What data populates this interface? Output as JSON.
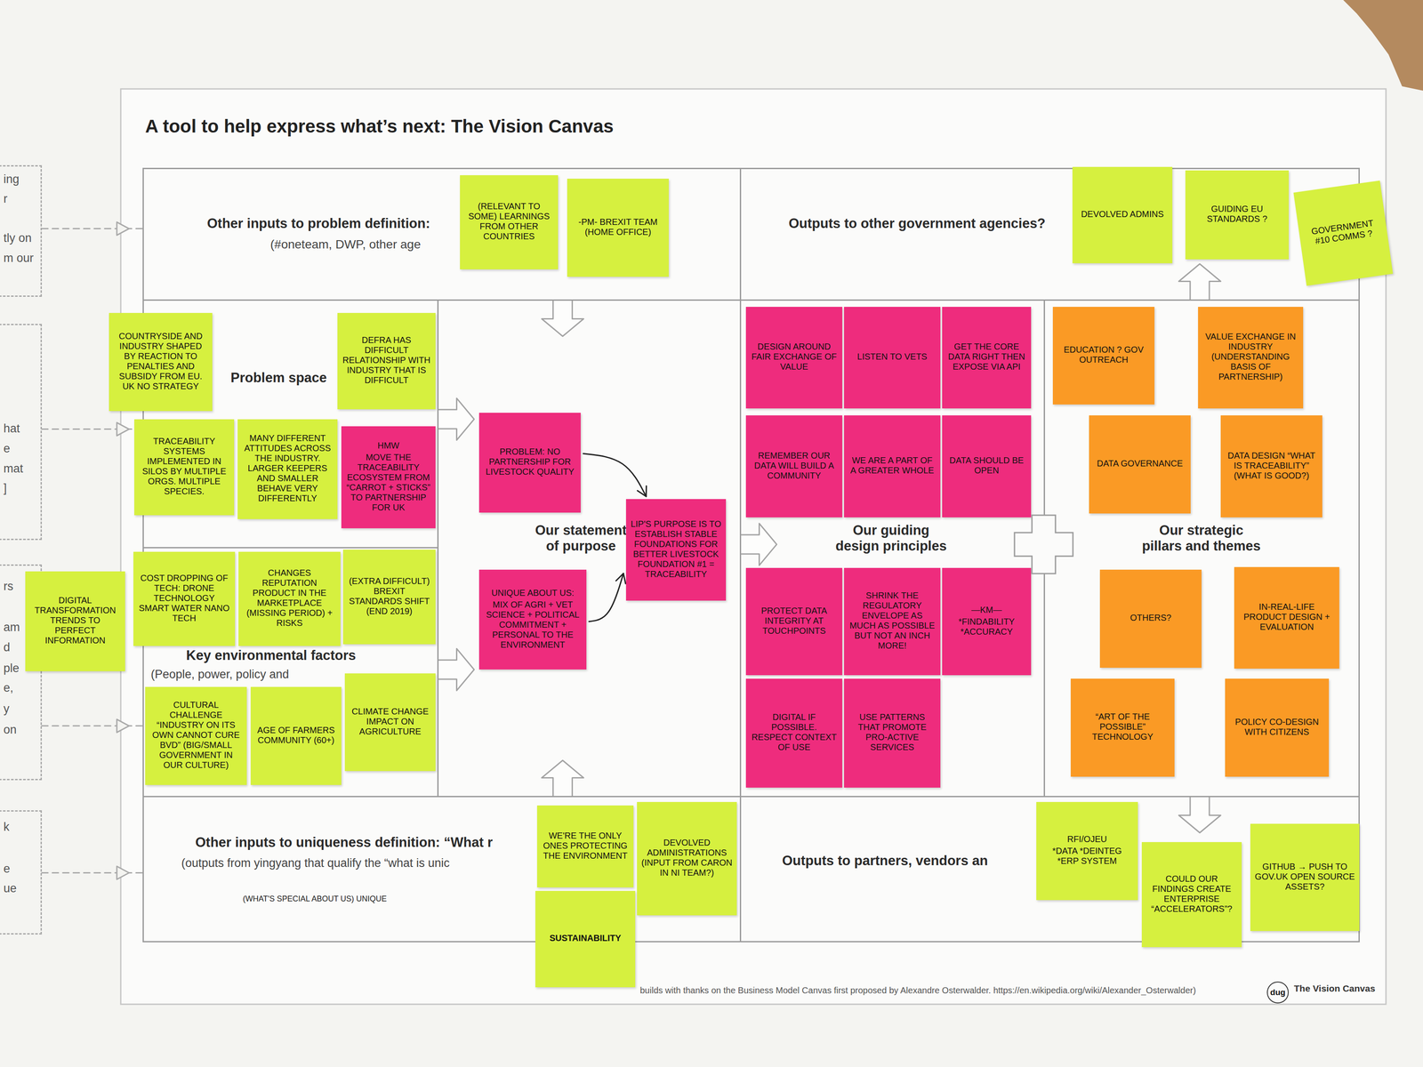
{
  "diagram": {
    "title": "A tool to help express what’s next: The Vision Canvas",
    "caption": "builds with thanks on the Business Model Canvas first proposed by Alexandre Osterwalder. https://en.wikipedia.org/wiki/Alexander_Osterwalder)",
    "nodes": [
      {
        "text": [
          "ing",
          "r",
          "tly on",
          "m our"
        ]
      },
      {
        "text": [
          "hat",
          "e",
          "mat",
          "]"
        ]
      },
      {
        "text": [
          "rs",
          "am",
          "d",
          "ple",
          "e,",
          "y",
          "on"
        ]
      },
      {
        "text": [
          "k",
          "e",
          "ue"
        ]
      },
      {
        "text": [
          "Other inputs to problem definition:",
          "(#oneteam, DWP, other age"
        ]
      },
      {
        "text": [
          "(RELEVANT TO SOME) LEARNINGS FROM OTHER COUNTRIES"
        ],
        "in": 4
      },
      {
        "text": [
          "-PM- BREXIT TEAM (HOME OFFICE)"
        ],
        "in": 4
      },
      {
        "text": [
          "Outputs to other government agencies?"
        ]
      },
      {
        "text": [
          "DEVOLVED ADMINS"
        ],
        "in": 7
      },
      {
        "text": [
          "GUIDING EU STANDARDS ?"
        ],
        "in": 7
      },
      {
        "text": [
          "GOVERNMENT #10 COMMS ?"
        ],
        "in": 7
      },
      {
        "text": [
          "Problem space"
        ]
      },
      {
        "text": [
          "COUNTRYSIDE AND INDUSTRY SHAPED BY REACTION TO PENALTIES AND SUBSIDY FROM EU. UK NO STRATEGY"
        ],
        "in": 11
      },
      {
        "text": [
          "DEFRA HAS DIFFICULT RELATIONSHIP WITH INDUSTRY THAT IS DIFFICULT"
        ],
        "in": 11
      },
      {
        "text": [
          "TRACEABILITY SYSTEMS IMPLEMENTED IN SILOS BY MULTIPLE ORGS. MULTIPLE SPECIES."
        ],
        "in": 11
      },
      {
        "text": [
          "MANY DIFFERENT ATTITUDES ACROSS THE INDUSTRY. LARGER KEEPERS AND SMALLER BEHAVE VERY DIFFERENTLY"
        ],
        "in": 11
      },
      {
        "text": [
          "HMW",
          "MOVE THE TRACEABILITY ECOSYSTEM FROM “CARROT + STICKS” TO PARTNERSHIP FOR UK"
        ],
        "in": 11
      },
      {
        "text": [
          "DIGITAL TRANSFORMATION TRENDS TO PERFECT INFORMATION"
        ]
      },
      {
        "text": [
          "Key environmental factors",
          "(People, power, policy and"
        ]
      },
      {
        "text": [
          "COST DROPPING OF TECH: DRONE TECHNOLOGY SMART WATER NANO TECH"
        ],
        "in": 18
      },
      {
        "text": [
          "CHANGES REPUTATION PRODUCT IN THE MARKETPLACE (MISSING PERIOD) + RISKS"
        ],
        "in": 18
      },
      {
        "text": [
          "(EXTRA DIFFICULT) BREXIT STANDARDS SHIFT (END 2019)"
        ],
        "in": 18
      },
      {
        "text": [
          "CULTURAL CHALLENGE “INDUSTRY ON ITS OWN CANNOT CURE BVD” (BIG/SMALL GOVERNMENT IN OUR CULTURE)"
        ],
        "in": 18
      },
      {
        "text": [
          "AGE OF FARMERS COMMUNITY (60+)"
        ],
        "in": 18
      },
      {
        "text": [
          "CLIMATE CHANGE IMPACT ON AGRICULTURE"
        ],
        "in": 18
      },
      {
        "text": [
          "Our statement of purpose"
        ]
      },
      {
        "text": [
          "PROBLEM: NO PARTNERSHIP FOR LIVESTOCK QUALITY"
        ],
        "in": 25
      },
      {
        "text": [
          "UNIQUE ABOUT US:",
          "MIX OF AGRI + VET SCIENCE + POLITICAL COMMITMENT + PERSONAL TO THE ENVIRONMENT"
        ],
        "in": 25
      },
      {
        "text": [
          "LIP'S PURPOSE IS TO ESTABLISH STABLE FOUNDATIONS FOR BETTER LIVESTOCK FOUNDATION #1 = TRACEABILITY"
        ],
        "in": 25
      },
      {
        "text": [
          "Our guiding design principles"
        ]
      },
      {
        "text": [
          "DESIGN AROUND FAIR EXCHANGE OF VALUE"
        ],
        "in": 29
      },
      {
        "text": [
          "LISTEN TO VETS"
        ],
        "in": 29
      },
      {
        "text": [
          "GET THE CORE DATA RIGHT THEN EXPOSE VIA API"
        ],
        "in": 29
      },
      {
        "text": [
          "REMEMBER OUR DATA WILL BUILD A COMMUNITY"
        ],
        "in": 29
      },
      {
        "text": [
          "WE ARE A PART OF A GREATER WHOLE"
        ],
        "in": 29
      },
      {
        "text": [
          "DATA SHOULD BE OPEN"
        ],
        "in": 29
      },
      {
        "text": [
          "PROTECT DATA INTEGRITY AT TOUCHPOINTS"
        ],
        "in": 29
      },
      {
        "text": [
          "SHRINK THE REGULATORY ENVELOPE AS MUCH AS POSSIBLE BUT NOT AN INCH MORE!"
        ],
        "in": 29
      },
      {
        "text": [
          "—KM—",
          "*FINDABILITY *ACCURACY"
        ],
        "in": 29
      },
      {
        "text": [
          "DIGITAL IF POSSIBLE. RESPECT CONTEXT OF USE"
        ],
        "in": 29
      },
      {
        "text": [
          "USE PATTERNS THAT PROMOTE PRO-ACTIVE SERVICES"
        ],
        "in": 29
      },
      {
        "text": [
          "Our strategic pillars and themes"
        ]
      },
      {
        "text": [
          "EDUCATION ? GOV OUTREACH"
        ],
        "in": 41
      },
      {
        "text": [
          "VALUE EXCHANGE IN INDUSTRY (UNDERSTANDING BASIS OF PARTNERSHIP)"
        ],
        "in": 41
      },
      {
        "text": [
          "DATA GOVERNANCE"
        ],
        "in": 41
      },
      {
        "text": [
          "DATA DESIGN “WHAT IS TRACEABILITY” (WHAT IS GOOD?)"
        ],
        "in": 41
      },
      {
        "text": [
          "OTHERS?"
        ],
        "in": 41
      },
      {
        "text": [
          "IN-REAL-LIFE PRODUCT DESIGN + EVALUATION"
        ],
        "in": 41
      },
      {
        "text": [
          "“ART OF THE POSSIBLE” TECHNOLOGY"
        ],
        "in": 41
      },
      {
        "text": [
          "POLICY CO-DESIGN WITH CITIZENS"
        ],
        "in": 41
      },
      {
        "text": [
          "Other inputs to uniqueness definition: “What r",
          "(outputs from yingyang that qualify the “what is unic",
          "(WHAT'S SPECIAL ABOUT US) UNIQUE"
        ]
      },
      {
        "text": [
          "WE'RE THE ONLY ONES PROTECTING THE ENVIRONMENT"
        ],
        "in": 50
      },
      {
        "text": [
          "SUSTAINABILITY"
        ],
        "in": 50
      },
      {
        "text": [
          "DEVOLVED ADMINISTRATIONS (INPUT FROM CARON IN NI TEAM?)"
        ],
        "in": 50
      },
      {
        "text": [
          "Outputs to partners, vendors an"
        ]
      },
      {
        "text": [
          "RFI/OJEU",
          "*DATA *DEINTEG *ERP SYSTEM"
        ],
        "in": 54
      },
      {
        "text": [
          "COULD OUR FINDINGS CREATE ENTERPRISE “ACCELERATORS”?"
        ],
        "in": 54
      },
      {
        "text": [
          "GITHUB → PUSH TO GOV.UK OPEN SOURCE ASSETS?"
        ],
        "in": 54
      },
      {
        "text": [
          "dug"
        ]
      }
    ],
    "edges": [
      {
        "from": 0,
        "to": 4,
        "arrow": "to"
      },
      {
        "from": 1,
        "to": 11,
        "arrow": "to"
      },
      {
        "from": 2,
        "to": 18,
        "arrow": "to"
      },
      {
        "from": 3,
        "to": 50,
        "arrow": "to"
      },
      {
        "from": 4,
        "to": 25,
        "arrow": "to"
      },
      {
        "from": 11,
        "to": 25,
        "arrow": "to"
      },
      {
        "from": 18,
        "to": 25,
        "arrow": "to"
      },
      {
        "from": 50,
        "to": 25,
        "arrow": "to"
      },
      {
        "from": 25,
        "to": 29,
        "arrow": "to"
      },
      {
        "from": 41,
        "to": 7,
        "arrow": "to"
      },
      {
        "from": 41,
        "to": 54,
        "arrow": "to"
      },
      {
        "from": 26,
        "to": 28,
        "arrow": "to"
      },
      {
        "from": 27,
        "to": 28,
        "arrow": "to"
      }
    ],
    "labels": [
      "The Vision Canvas"
    ]
  }
}
